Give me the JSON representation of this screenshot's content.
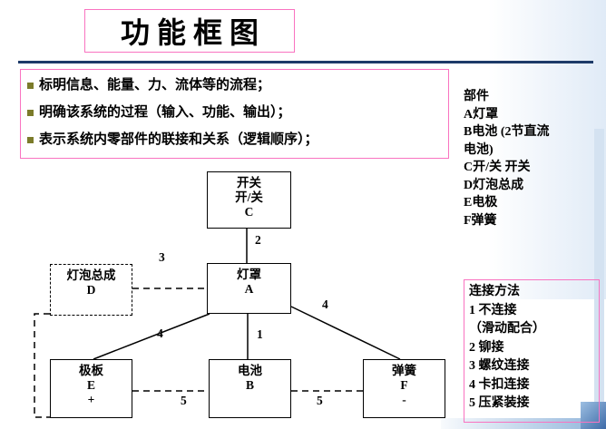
{
  "slide": {
    "title": "功能框图"
  },
  "bullets": [
    "标明信息、能量、力、流体等的流程；",
    "明确该系统的过程（输入、功能、输出）；",
    "表示系统内零部件的联接和关系（逻辑顺序）；"
  ],
  "parts": {
    "lines": [
      "部件",
      "A灯罩",
      "B电池 (2节直流",
      "电池)",
      "C开/关 开关",
      "D灯泡总成",
      "E电极",
      "F弹簧"
    ]
  },
  "connections": {
    "lines": [
      "连接方法",
      "1 不连接",
      "（滑动配合）",
      "2 铆接",
      "3 螺纹连接",
      "4 卡扣连接",
      "5 压紧装接"
    ]
  },
  "diagram": {
    "boxes": {
      "switch": {
        "lines": [
          "开关",
          "开/关",
          "C"
        ]
      },
      "lampshade": {
        "lines": [
          "灯罩",
          "A"
        ]
      },
      "bulb": {
        "lines": [
          "灯泡总成",
          "D"
        ]
      },
      "plate": {
        "lines": [
          "极板",
          "E",
          "+"
        ]
      },
      "battery": {
        "lines": [
          "电池",
          "B"
        ]
      },
      "spring": {
        "lines": [
          "弹簧",
          "F",
          "-"
        ]
      }
    },
    "labels": {
      "c_a": "2",
      "d_a": "3",
      "a_e": "4",
      "a_b": "1",
      "a_f": "4",
      "e_b": "5",
      "b_f": "5"
    }
  },
  "colors": {
    "accent_pink": "#f973c0",
    "rule_navy": "#1d3a68",
    "bullet_olive": "#7b7b2a"
  }
}
